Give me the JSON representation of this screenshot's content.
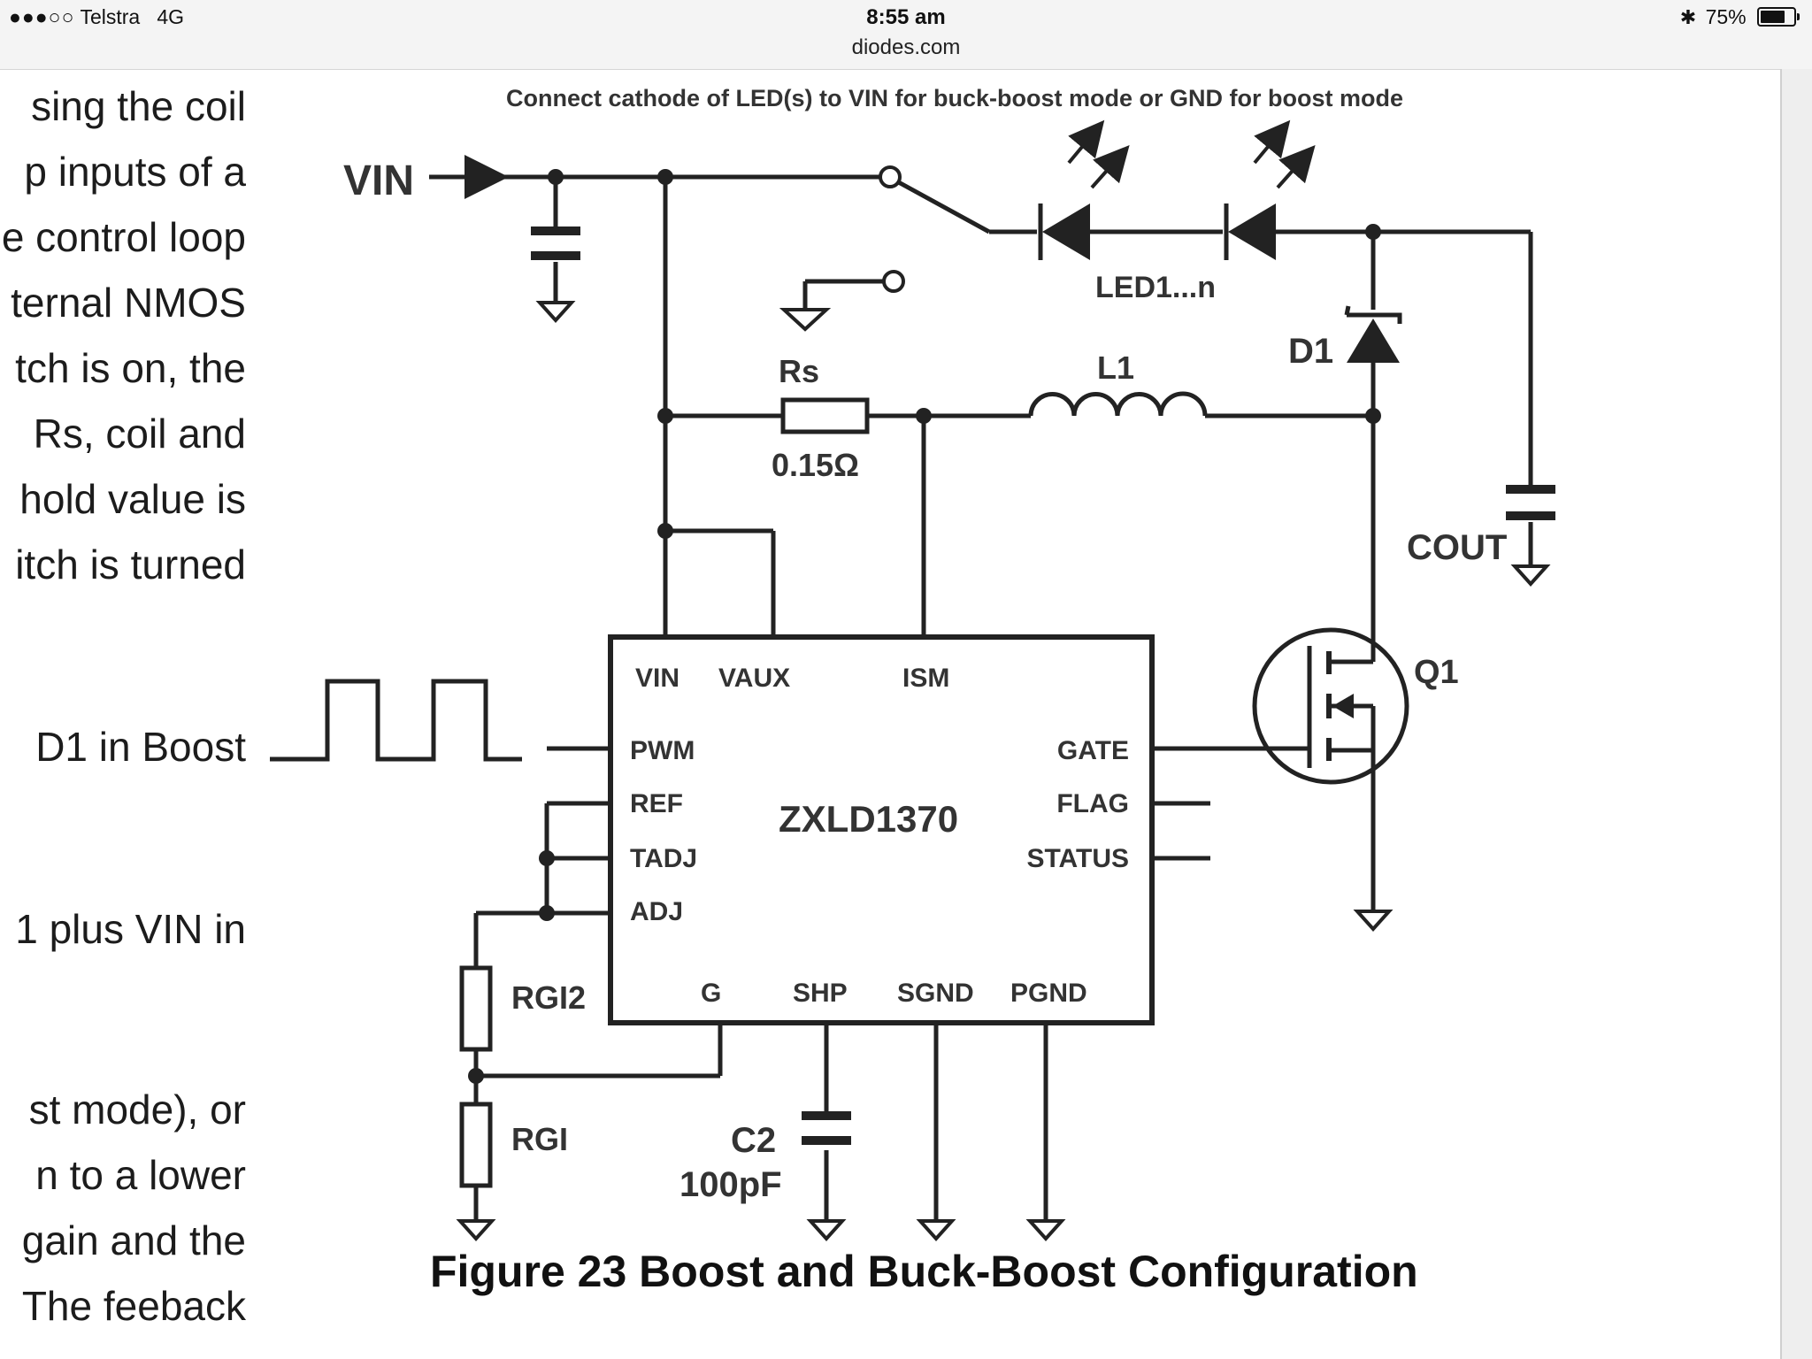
{
  "status_bar": {
    "carrier": "Telstra",
    "network": "4G",
    "time": "8:55 am",
    "url": "diodes.com",
    "battery": "75%",
    "battery_fraction": 0.75,
    "signal_filled": 3,
    "signal_total": 5
  },
  "body_text": {
    "lines": [
      "sing the coil",
      "p inputs of a",
      "e control loop",
      "ternal NMOS",
      "tch is on, the",
      "Rs, coil and",
      "hold value is",
      "itch is turned",
      "D1 in Boost",
      "1 plus VIN in",
      "st mode), or",
      "n to a lower",
      "gain and the",
      "The feeback"
    ]
  },
  "schematic": {
    "top_note": "Connect cathode of LED(s) to VIN for buck-boost mode or GND for boost mode",
    "vin_label": "VIN",
    "led_label": "LED1...n",
    "rs_label": "Rs",
    "rs_value": "0.15Ω",
    "inductor_label": "L1",
    "diode_label": "D1",
    "cout_label": "COUT",
    "mosfet_label": "Q1",
    "ic_name": "ZXLD1370",
    "pins_top": [
      "VIN",
      "VAUX",
      "ISM"
    ],
    "pins_left": [
      "PWM",
      "REF",
      "TADJ",
      "ADJ"
    ],
    "pins_right": [
      "GATE",
      "FLAG",
      "STATUS"
    ],
    "pins_bottom": [
      "G",
      "SHP",
      "SGND",
      "PGND"
    ],
    "rgi2_label": "RGI2",
    "rgi1_label": "RGI",
    "c2_label": "C2",
    "c2_value": "100pF",
    "caption": "Figure 23  Boost and Buck-Boost Configuration"
  }
}
